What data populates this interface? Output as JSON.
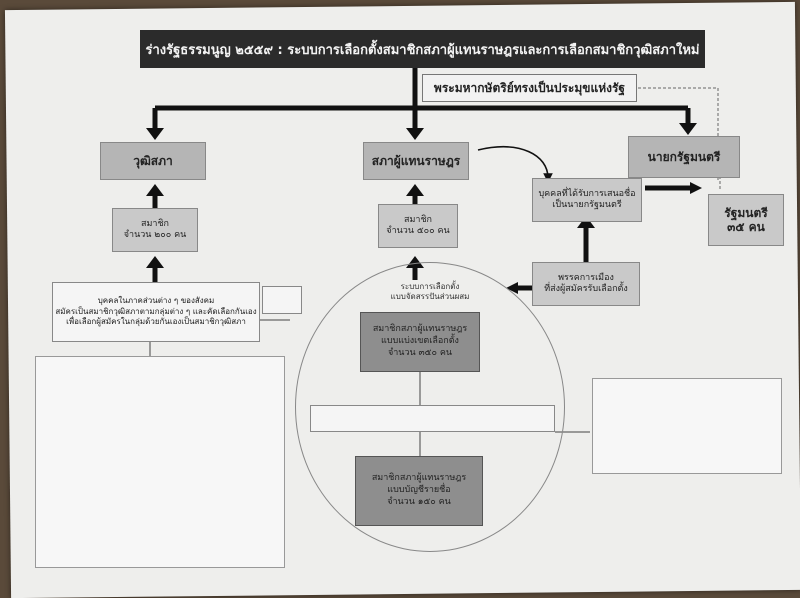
{
  "diagram": {
    "title": "ร่างรัฐธรรมนูญ ๒๕๕๙ : ระบบการเลือกตั้งสมาชิกสภาผู้แทนราษฎรและการเลือกสมาชิกวุฒิสภาใหม่",
    "king": "พระมหากษัตริย์ทรงเป็นประมุขแห่งรัฐ",
    "senate": "วุฒิสภา",
    "house": "สภาผู้แทนราษฎร",
    "prime_minister": "นายกรัฐมนตรี",
    "ministers": {
      "line1": "รัฐมนตรี",
      "line2": "๓๕ คน"
    },
    "senate_members": {
      "line1": "สมาชิก",
      "line2": "จำนวน ๒๐๐ คน"
    },
    "house_members": {
      "line1": "สมาชิก",
      "line2": "จำนวน ๕๐๐ คน"
    },
    "pm_candidates": {
      "line1": "บุคคลที่ได้รับการเสนอชื่อ",
      "line2": "เป็นนายกรัฐมนตรี"
    },
    "parties": {
      "line1": "พรรคการเมือง",
      "line2": "ที่ส่งผู้สมัครรับเลือกตั้ง"
    },
    "senate_groups": {
      "line1": "บุคคลในภาคส่วนต่าง ๆ ของสังคม",
      "line2": "สมัครเป็นสมาชิกวุฒิสภาตามกลุ่มต่าง ๆ และคัดเลือกกันเอง",
      "line3": "เพื่อเลือกผู้สมัครในกลุ่มด้วยกันเองเป็นสมาชิกวุฒิสภา"
    },
    "election_system": {
      "line1": "ระบบการเลือกตั้ง",
      "line2": "แบบจัดสรรปันส่วนผสม"
    },
    "constituency": {
      "line1": "สมาชิกสภาผู้แทนราษฎร",
      "line2": "แบบแบ่งเขตเลือกตั้ง",
      "line3": "จำนวน ๓๕๐ คน"
    },
    "party_list": {
      "line1": "สมาชิกสภาผู้แทนราษฎร",
      "line2": "แบบบัญชีรายชื่อ",
      "line3": "จำนวน ๑๕๐ คน"
    }
  }
}
